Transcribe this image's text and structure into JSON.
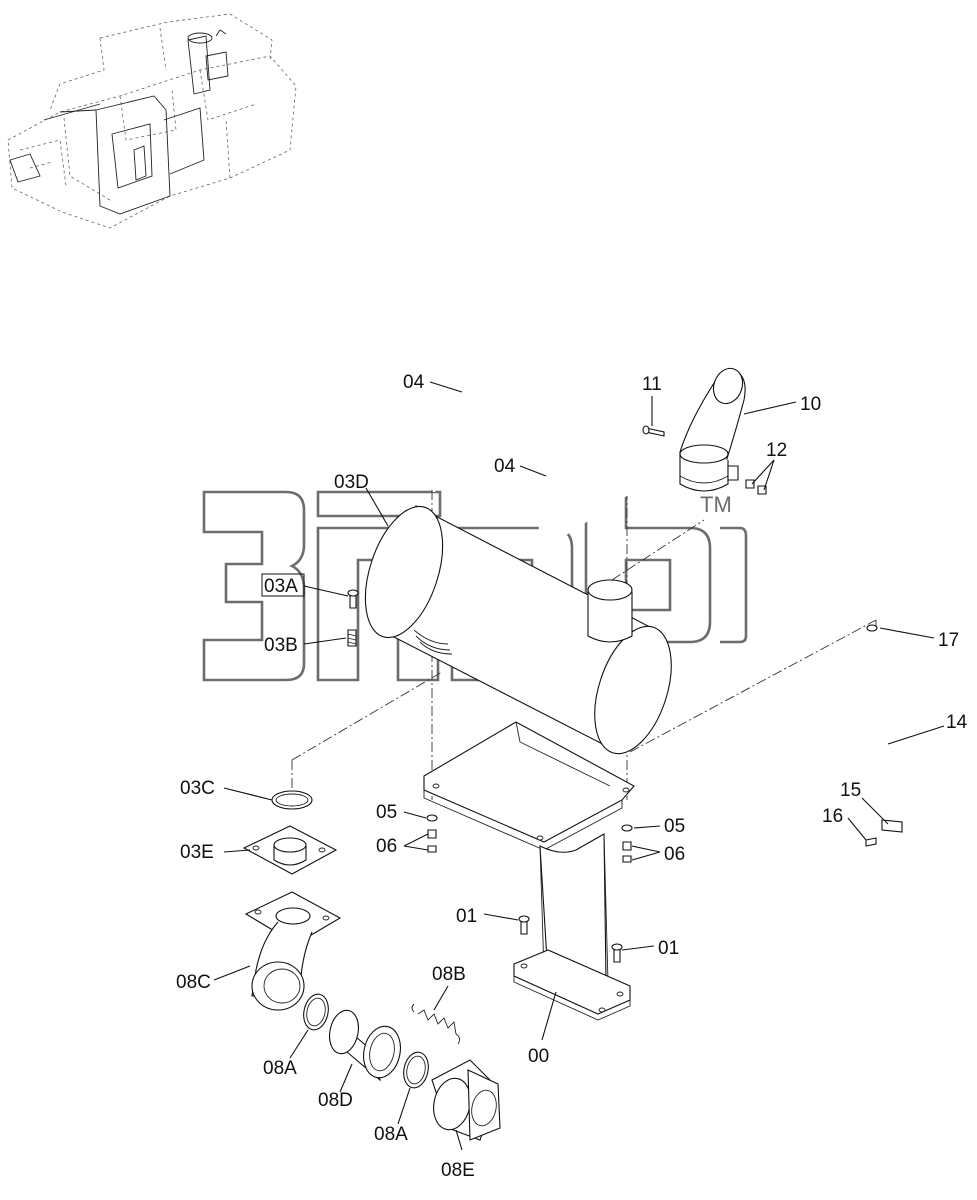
{
  "watermark": {
    "text": "3ncp",
    "trademark": "TM"
  },
  "callouts": [
    {
      "id": "04_a",
      "text": "04"
    },
    {
      "id": "04_b",
      "text": "04"
    },
    {
      "id": "03D",
      "text": "03D"
    },
    {
      "id": "03A",
      "text": "03A"
    },
    {
      "id": "03B",
      "text": "03B"
    },
    {
      "id": "03C",
      "text": "03C"
    },
    {
      "id": "03E",
      "text": "03E"
    },
    {
      "id": "08C",
      "text": "08C"
    },
    {
      "id": "08A_a",
      "text": "08A"
    },
    {
      "id": "08D",
      "text": "08D"
    },
    {
      "id": "08A_b",
      "text": "08A"
    },
    {
      "id": "08B",
      "text": "08B"
    },
    {
      "id": "08E",
      "text": "08E"
    },
    {
      "id": "00",
      "text": "00"
    },
    {
      "id": "01_a",
      "text": "01"
    },
    {
      "id": "01_b",
      "text": "01"
    },
    {
      "id": "05_a",
      "text": "05"
    },
    {
      "id": "05_b",
      "text": "05"
    },
    {
      "id": "06_a",
      "text": "06"
    },
    {
      "id": "06_b",
      "text": "06"
    },
    {
      "id": "10",
      "text": "10"
    },
    {
      "id": "11",
      "text": "11"
    },
    {
      "id": "12",
      "text": "12"
    },
    {
      "id": "14",
      "text": "14"
    },
    {
      "id": "15",
      "text": "15"
    },
    {
      "id": "16",
      "text": "16"
    },
    {
      "id": "17",
      "text": "17"
    }
  ]
}
